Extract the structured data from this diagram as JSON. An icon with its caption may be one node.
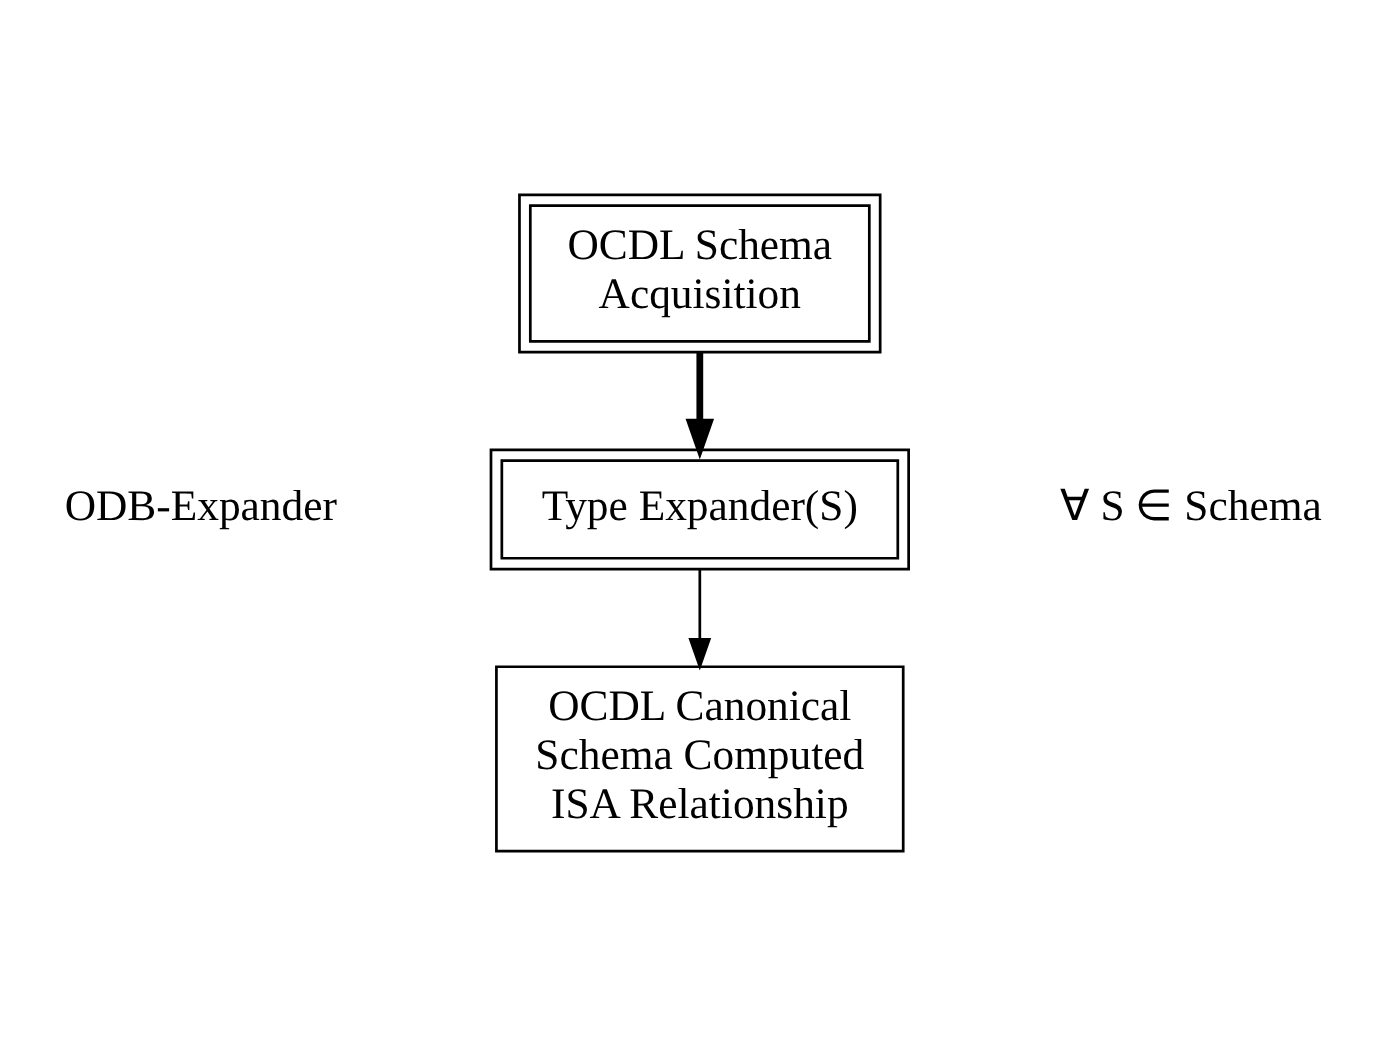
{
  "diagram": {
    "nodes": [
      {
        "text": [
          "OCDL Schema Acquisition"
        ]
      },
      {
        "text": [
          "Type Expander(S)"
        ]
      },
      {
        "text": [
          "OCDL Canonical Schema Computed ISA Relationship"
        ]
      }
    ],
    "edges": [
      {
        "from": 0,
        "to": 1,
        "arrow": "to",
        "style": "thick"
      },
      {
        "from": 1,
        "to": 2,
        "arrow": "to"
      }
    ],
    "labels": [
      "ODB-Expander",
      "∀ S ∈ Schema"
    ]
  }
}
